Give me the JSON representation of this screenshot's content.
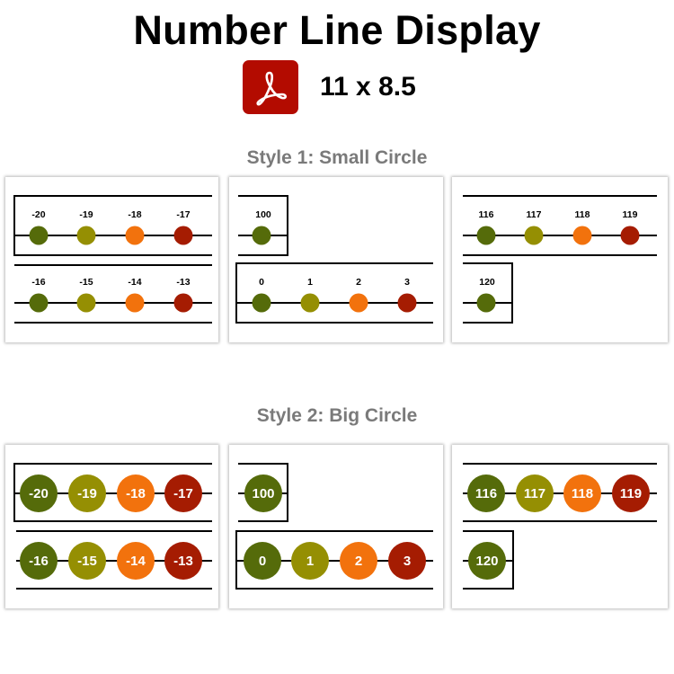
{
  "header": {
    "title": "Number Line Display",
    "format_icon": "pdf-icon",
    "page_size": "11 x 8.5"
  },
  "colors": {
    "dark_green": "#556b0a",
    "olive": "#958f03",
    "orange": "#f2720d",
    "dark_red": "#a51c02",
    "pdf_red": "#b30b00",
    "label_gray": "#7a7a7a"
  },
  "styles": [
    {
      "label": "Style 1: Small Circle",
      "panels": [
        {
          "rows": [
            [
              "-20",
              "-19",
              "-18",
              "-17"
            ],
            [
              "-16",
              "-15",
              "-14",
              "-13"
            ]
          ]
        },
        {
          "rows": [
            [
              "100"
            ],
            [
              "0",
              "1",
              "2",
              "3"
            ]
          ]
        },
        {
          "rows": [
            [
              "116",
              "117",
              "118",
              "119"
            ],
            [
              "120"
            ]
          ]
        }
      ]
    },
    {
      "label": "Style 2: Big Circle",
      "panels": [
        {
          "rows": [
            [
              "-20",
              "-19",
              "-18",
              "-17"
            ],
            [
              "-16",
              "-15",
              "-14",
              "-13"
            ]
          ]
        },
        {
          "rows": [
            [
              "100"
            ],
            [
              "0",
              "1",
              "2",
              "3"
            ]
          ]
        },
        {
          "rows": [
            [
              "116",
              "117",
              "118",
              "119"
            ],
            [
              "120"
            ]
          ]
        }
      ]
    }
  ]
}
